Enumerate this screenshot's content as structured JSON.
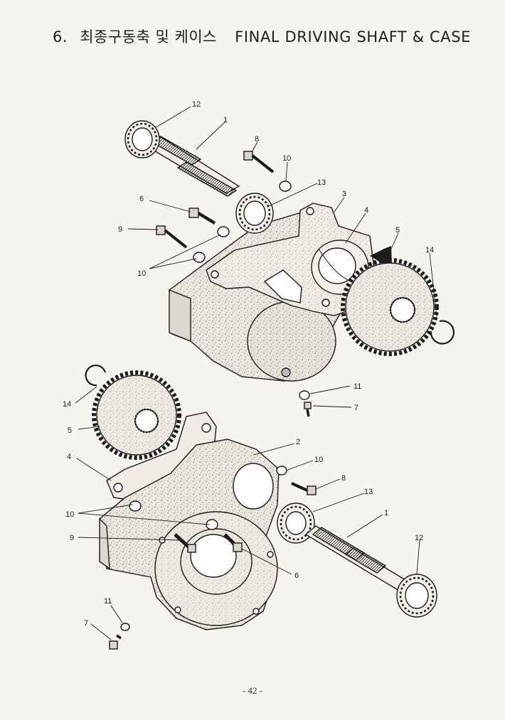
{
  "header": {
    "number": "6.",
    "title_ko": "최종구동축 및 케이스",
    "title_en": "FINAL DRIVING SHAFT & CASE"
  },
  "callouts": {
    "top": {
      "c12": "12",
      "c1": "1",
      "c8": "8",
      "c10a": "10",
      "c13": "13",
      "c3": "3",
      "c6": "6",
      "c4": "4",
      "c9": "9",
      "c5": "5",
      "c14": "14",
      "c10b": "10"
    },
    "bottom": {
      "c11a": "11",
      "c7a": "7",
      "c14": "14",
      "c5": "5",
      "c2": "2",
      "c4": "4",
      "c10a": "10",
      "c8": "8",
      "c13": "13",
      "c10b": "10",
      "c1": "1",
      "c9": "9",
      "c12": "12",
      "c6": "6",
      "c11b": "11",
      "c7b": "7"
    }
  },
  "footer": {
    "page": "- 42 -"
  }
}
